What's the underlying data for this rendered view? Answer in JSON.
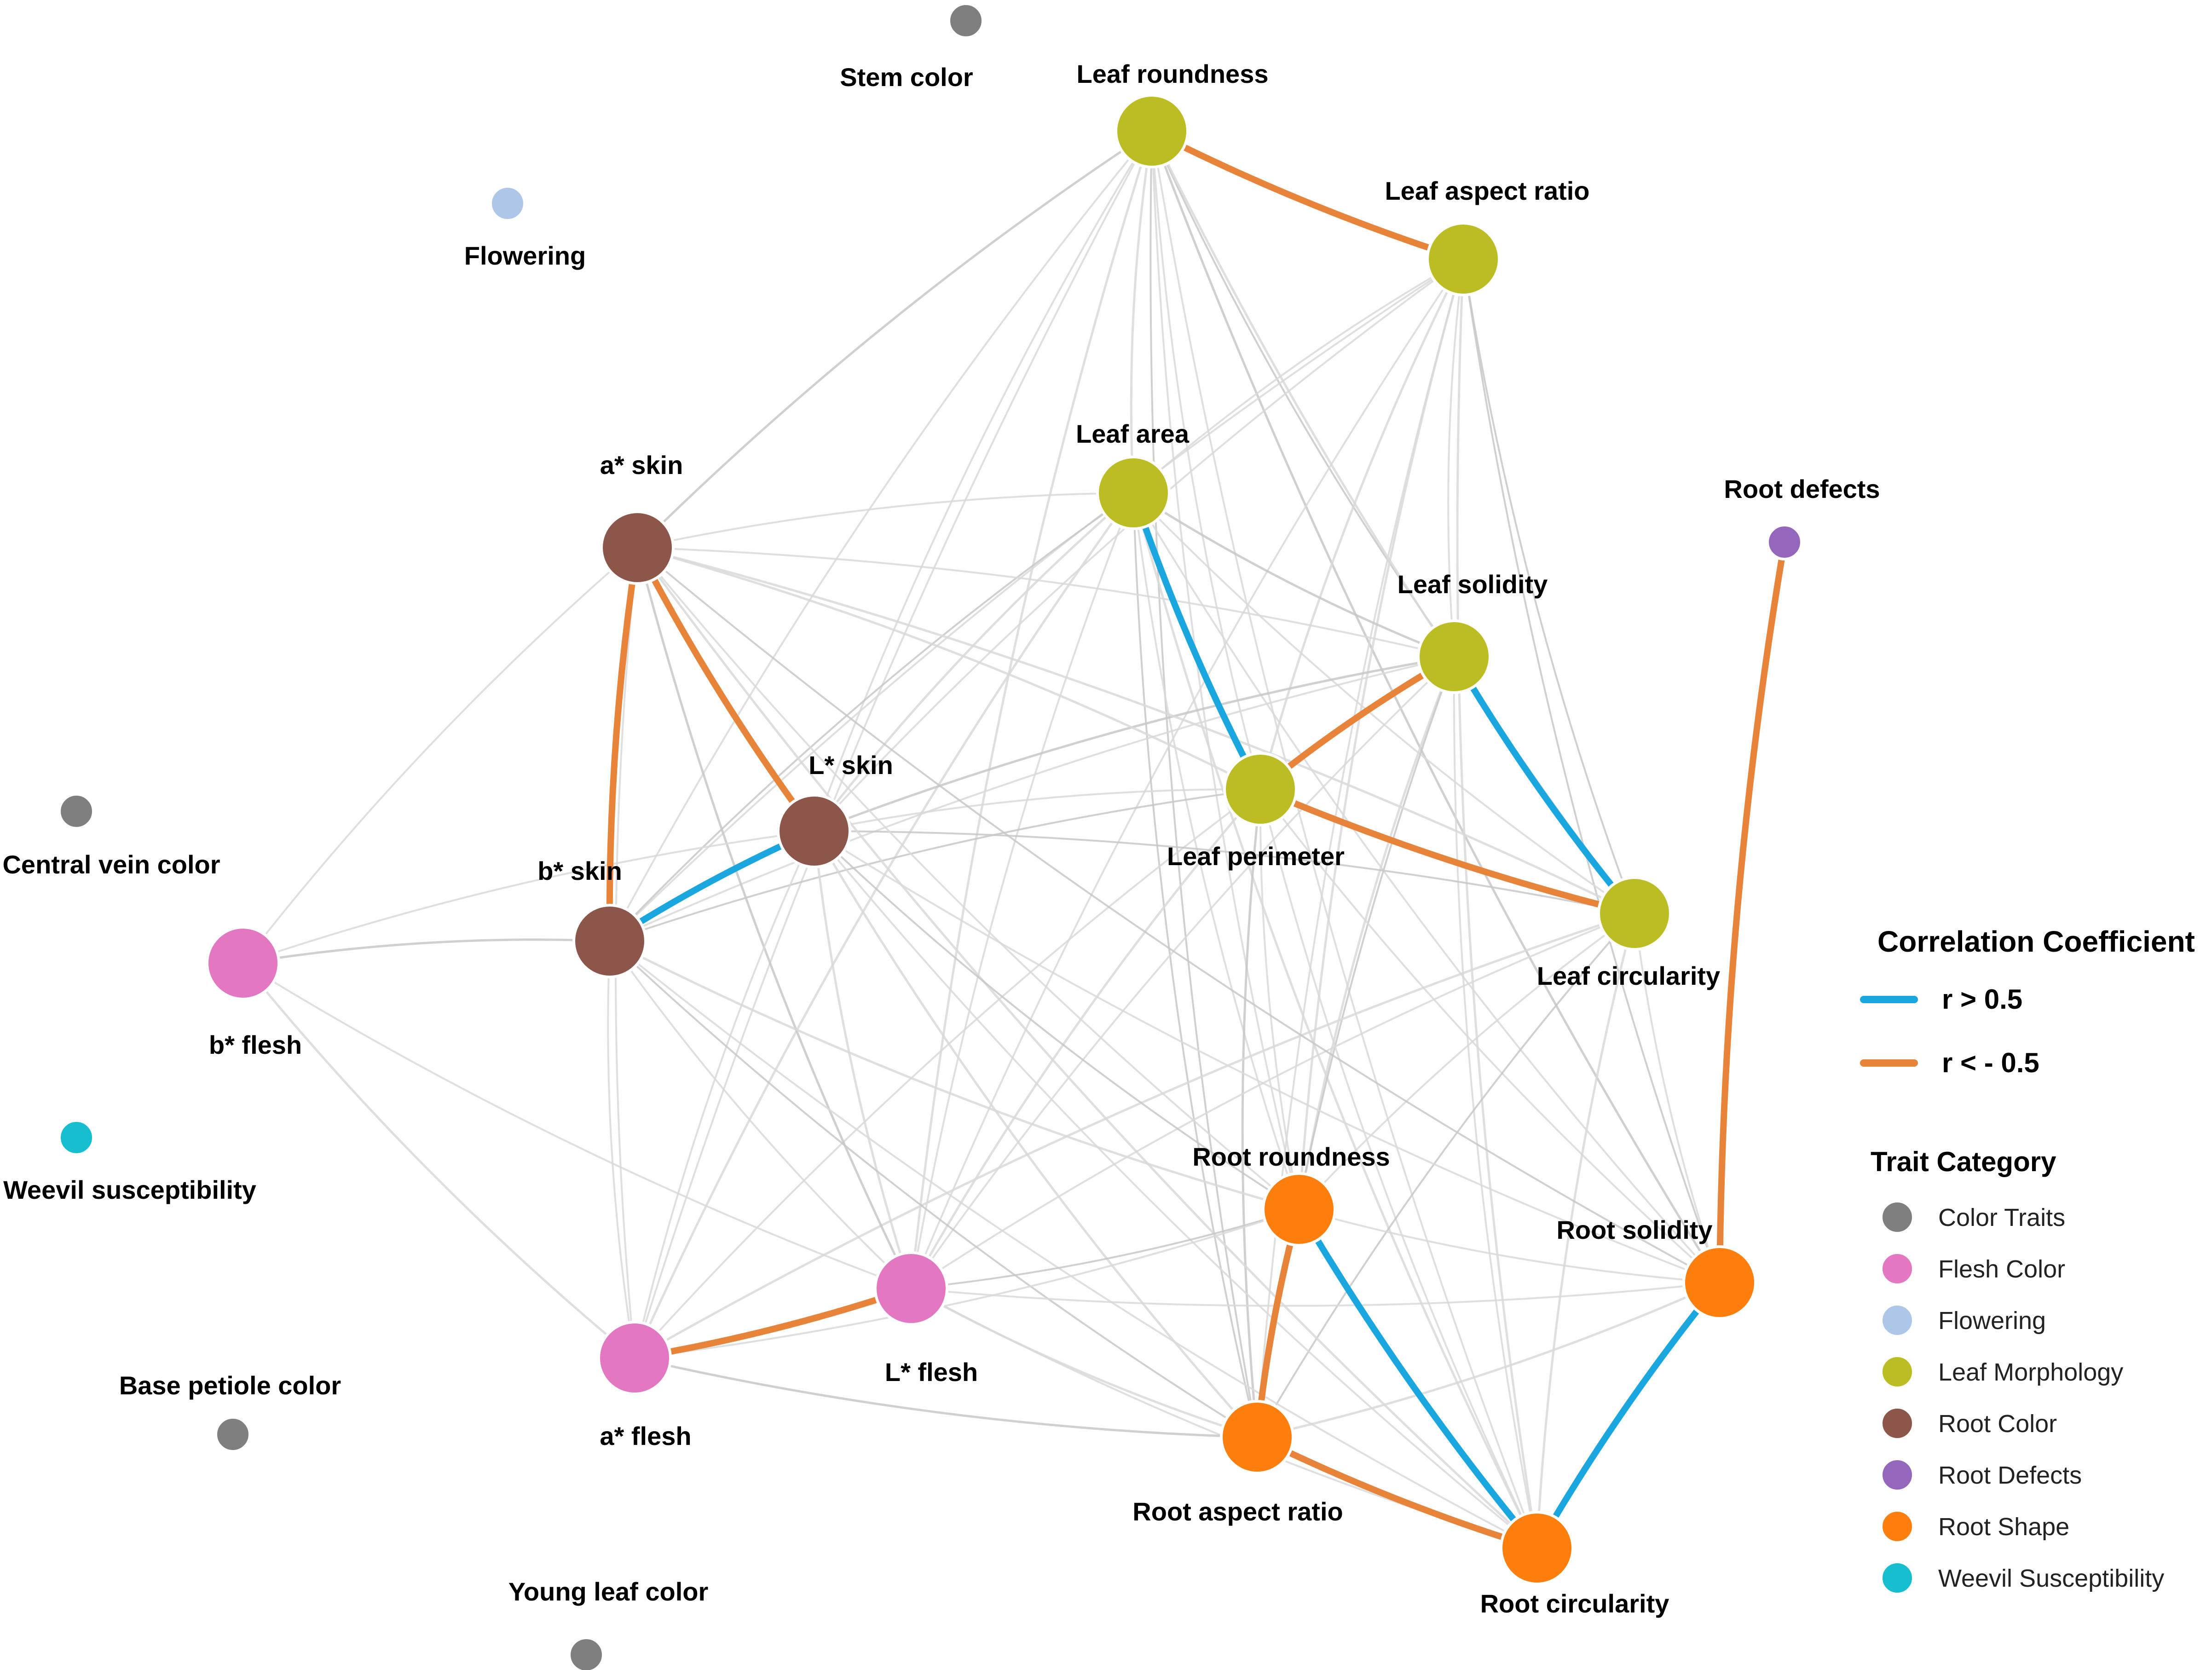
{
  "nodes": [
    {
      "id": "leaf_roundness",
      "label": "Leaf roundness",
      "category": "Leaf Morphology"
    },
    {
      "id": "leaf_aspect_ratio",
      "label": "Leaf aspect ratio",
      "category": "Leaf Morphology"
    },
    {
      "id": "leaf_area",
      "label": "Leaf area",
      "category": "Leaf Morphology"
    },
    {
      "id": "leaf_solidity",
      "label": "Leaf solidity",
      "category": "Leaf Morphology"
    },
    {
      "id": "leaf_perimeter",
      "label": "Leaf perimeter",
      "category": "Leaf Morphology"
    },
    {
      "id": "leaf_circularity",
      "label": "Leaf circularity",
      "category": "Leaf Morphology"
    },
    {
      "id": "a_skin",
      "label": "a* skin",
      "category": "Root Color"
    },
    {
      "id": "l_skin",
      "label": "L* skin",
      "category": "Root Color"
    },
    {
      "id": "b_skin",
      "label": "b* skin",
      "category": "Root Color"
    },
    {
      "id": "b_flesh",
      "label": "b* flesh",
      "category": "Flesh Color"
    },
    {
      "id": "a_flesh",
      "label": "a* flesh",
      "category": "Flesh Color"
    },
    {
      "id": "l_flesh",
      "label": "L* flesh",
      "category": "Flesh Color"
    },
    {
      "id": "root_roundness",
      "label": "Root roundness",
      "category": "Root Shape"
    },
    {
      "id": "root_aspect_ratio",
      "label": "Root aspect ratio",
      "category": "Root Shape"
    },
    {
      "id": "root_solidity",
      "label": "Root solidity",
      "category": "Root Shape"
    },
    {
      "id": "root_circularity",
      "label": "Root circularity",
      "category": "Root Shape"
    },
    {
      "id": "root_defects",
      "label": "Root defects",
      "category": "Root Defects"
    },
    {
      "id": "stem_color",
      "label": "Stem color",
      "category": "Color Traits"
    },
    {
      "id": "flowering",
      "label": "Flowering",
      "category": "Flowering"
    },
    {
      "id": "central_vein_color",
      "label": "Central vein color",
      "category": "Color Traits"
    },
    {
      "id": "weevil_susceptibility",
      "label": "Weevil susceptibility",
      "category": "Weevil Susceptibility"
    },
    {
      "id": "base_petiole_color",
      "label": "Base petiole color",
      "category": "Color Traits"
    },
    {
      "id": "young_leaf_color",
      "label": "Young leaf color",
      "category": "Color Traits"
    }
  ],
  "strong_edges": [
    {
      "source": "leaf_roundness",
      "target": "leaf_aspect_ratio",
      "sign": "negative"
    },
    {
      "source": "leaf_area",
      "target": "leaf_perimeter",
      "sign": "positive"
    },
    {
      "source": "leaf_solidity",
      "target": "leaf_perimeter",
      "sign": "negative"
    },
    {
      "source": "leaf_solidity",
      "target": "leaf_circularity",
      "sign": "positive"
    },
    {
      "source": "leaf_perimeter",
      "target": "leaf_circularity",
      "sign": "negative"
    },
    {
      "source": "a_skin",
      "target": "b_skin",
      "sign": "negative"
    },
    {
      "source": "a_skin",
      "target": "l_skin",
      "sign": "negative"
    },
    {
      "source": "l_skin",
      "target": "b_skin",
      "sign": "positive"
    },
    {
      "source": "a_flesh",
      "target": "l_flesh",
      "sign": "negative"
    },
    {
      "source": "root_roundness",
      "target": "root_aspect_ratio",
      "sign": "negative"
    },
    {
      "source": "root_roundness",
      "target": "root_circularity",
      "sign": "positive"
    },
    {
      "source": "root_aspect_ratio",
      "target": "root_circularity",
      "sign": "negative"
    },
    {
      "source": "root_solidity",
      "target": "root_circularity",
      "sign": "positive"
    },
    {
      "source": "root_defects",
      "target": "root_solidity",
      "sign": "negative"
    }
  ],
  "weak_edges": [
    [
      "leaf_roundness",
      "a_skin"
    ],
    [
      "leaf_roundness",
      "l_skin"
    ],
    [
      "leaf_roundness",
      "b_skin"
    ],
    [
      "leaf_roundness",
      "leaf_area"
    ],
    [
      "leaf_roundness",
      "leaf_solidity"
    ],
    [
      "leaf_roundness",
      "leaf_perimeter"
    ],
    [
      "leaf_roundness",
      "leaf_circularity"
    ],
    [
      "leaf_roundness",
      "root_roundness"
    ],
    [
      "leaf_roundness",
      "root_aspect_ratio"
    ],
    [
      "leaf_roundness",
      "l_flesh"
    ],
    [
      "leaf_roundness",
      "a_flesh"
    ],
    [
      "leaf_roundness",
      "root_circularity"
    ],
    [
      "leaf_roundness",
      "root_solidity"
    ],
    [
      "leaf_aspect_ratio",
      "leaf_area"
    ],
    [
      "leaf_aspect_ratio",
      "leaf_solidity"
    ],
    [
      "leaf_aspect_ratio",
      "leaf_perimeter"
    ],
    [
      "leaf_aspect_ratio",
      "leaf_circularity"
    ],
    [
      "leaf_aspect_ratio",
      "l_skin"
    ],
    [
      "leaf_aspect_ratio",
      "root_roundness"
    ],
    [
      "leaf_aspect_ratio",
      "root_aspect_ratio"
    ],
    [
      "leaf_aspect_ratio",
      "root_solidity"
    ],
    [
      "leaf_aspect_ratio",
      "root_circularity"
    ],
    [
      "leaf_aspect_ratio",
      "l_flesh"
    ],
    [
      "leaf_aspect_ratio",
      "b_skin"
    ],
    [
      "leaf_area",
      "leaf_solidity"
    ],
    [
      "leaf_area",
      "leaf_circularity"
    ],
    [
      "leaf_area",
      "a_skin"
    ],
    [
      "leaf_area",
      "l_skin"
    ],
    [
      "leaf_area",
      "b_skin"
    ],
    [
      "leaf_area",
      "l_flesh"
    ],
    [
      "leaf_area",
      "a_flesh"
    ],
    [
      "leaf_area",
      "root_roundness"
    ],
    [
      "leaf_area",
      "root_aspect_ratio"
    ],
    [
      "leaf_area",
      "root_circularity"
    ],
    [
      "leaf_area",
      "root_solidity"
    ],
    [
      "leaf_solidity",
      "a_skin"
    ],
    [
      "leaf_solidity",
      "l_skin"
    ],
    [
      "leaf_solidity",
      "b_skin"
    ],
    [
      "leaf_solidity",
      "l_flesh"
    ],
    [
      "leaf_solidity",
      "root_roundness"
    ],
    [
      "leaf_solidity",
      "root_aspect_ratio"
    ],
    [
      "leaf_solidity",
      "root_circularity"
    ],
    [
      "leaf_perimeter",
      "a_skin"
    ],
    [
      "leaf_perimeter",
      "l_skin"
    ],
    [
      "leaf_perimeter",
      "b_skin"
    ],
    [
      "leaf_perimeter",
      "l_flesh"
    ],
    [
      "leaf_perimeter",
      "a_flesh"
    ],
    [
      "leaf_perimeter",
      "root_roundness"
    ],
    [
      "leaf_perimeter",
      "root_aspect_ratio"
    ],
    [
      "leaf_perimeter",
      "root_circularity"
    ],
    [
      "leaf_perimeter",
      "root_solidity"
    ],
    [
      "leaf_circularity",
      "a_skin"
    ],
    [
      "leaf_circularity",
      "l_skin"
    ],
    [
      "leaf_circularity",
      "l_flesh"
    ],
    [
      "leaf_circularity",
      "a_flesh"
    ],
    [
      "leaf_circularity",
      "root_roundness"
    ],
    [
      "leaf_circularity",
      "root_aspect_ratio"
    ],
    [
      "leaf_circularity",
      "root_circularity"
    ],
    [
      "leaf_circularity",
      "root_solidity"
    ],
    [
      "a_skin",
      "b_flesh"
    ],
    [
      "a_skin",
      "l_flesh"
    ],
    [
      "a_skin",
      "a_flesh"
    ],
    [
      "a_skin",
      "root_roundness"
    ],
    [
      "a_skin",
      "root_circularity"
    ],
    [
      "a_skin",
      "root_solidity"
    ],
    [
      "l_skin",
      "b_flesh"
    ],
    [
      "l_skin",
      "l_flesh"
    ],
    [
      "l_skin",
      "a_flesh"
    ],
    [
      "l_skin",
      "root_roundness"
    ],
    [
      "l_skin",
      "root_aspect_ratio"
    ],
    [
      "l_skin",
      "root_circularity"
    ],
    [
      "l_skin",
      "root_solidity"
    ],
    [
      "b_skin",
      "b_flesh"
    ],
    [
      "b_skin",
      "l_flesh"
    ],
    [
      "b_skin",
      "a_flesh"
    ],
    [
      "b_skin",
      "root_roundness"
    ],
    [
      "b_skin",
      "root_aspect_ratio"
    ],
    [
      "b_skin",
      "root_circularity"
    ],
    [
      "b_flesh",
      "a_flesh"
    ],
    [
      "b_flesh",
      "l_flesh"
    ],
    [
      "l_flesh",
      "root_roundness"
    ],
    [
      "l_flesh",
      "root_aspect_ratio"
    ],
    [
      "l_flesh",
      "root_circularity"
    ],
    [
      "l_flesh",
      "root_solidity"
    ],
    [
      "a_flesh",
      "root_aspect_ratio"
    ],
    [
      "a_flesh",
      "root_roundness"
    ],
    [
      "root_roundness",
      "root_solidity"
    ],
    [
      "root_aspect_ratio",
      "root_solidity"
    ]
  ],
  "legend": {
    "correlation_title": "Correlation Coefficient",
    "positive_label": "r > 0.5",
    "negative_label": "r < - 0.5",
    "category_title": "Trait Category",
    "categories": [
      {
        "name": "Color Traits",
        "color": "#7f7f7f"
      },
      {
        "name": "Flesh Color",
        "color": "#e377c2"
      },
      {
        "name": "Flowering",
        "color": "#aec7e8"
      },
      {
        "name": "Leaf Morphology",
        "color": "#bcbd22"
      },
      {
        "name": "Root Color",
        "color": "#8c564b"
      },
      {
        "name": "Root Defects",
        "color": "#9467bd"
      },
      {
        "name": "Root Shape",
        "color": "#ff7f0e"
      },
      {
        "name": "Weevil Susceptibility",
        "color": "#17becf"
      }
    ]
  },
  "colors": {
    "positive_edge": "#1aa7e0",
    "negative_edge": "#e8833a",
    "weak_edge": "#d9d9d9"
  }
}
